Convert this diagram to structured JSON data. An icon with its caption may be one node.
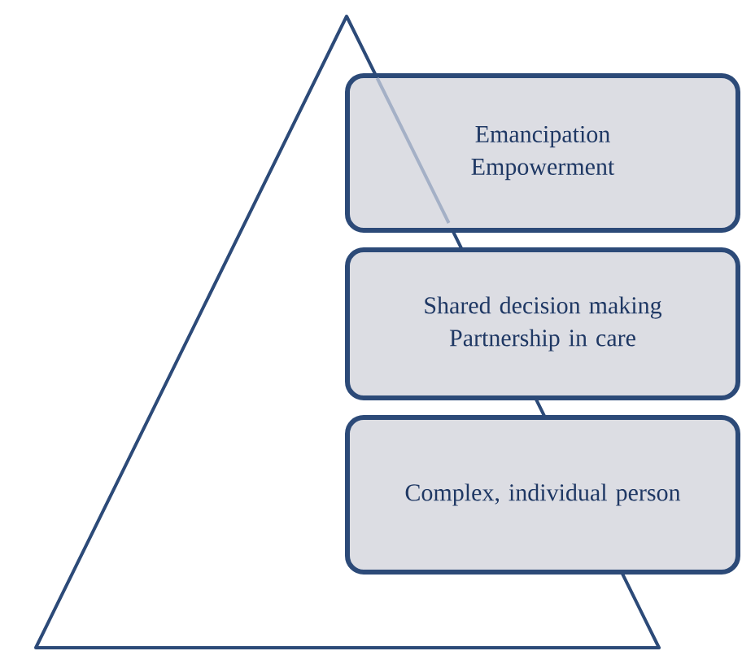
{
  "diagram": {
    "nodes": [
      {
        "text": [],
        "shape": "triangle"
      },
      {
        "text": [
          "Emancipation Empowerment"
        ]
      },
      {
        "text": [
          "Shared decision making Partnership in care"
        ]
      },
      {
        "text": [
          "Complex, individual person"
        ]
      }
    ]
  }
}
